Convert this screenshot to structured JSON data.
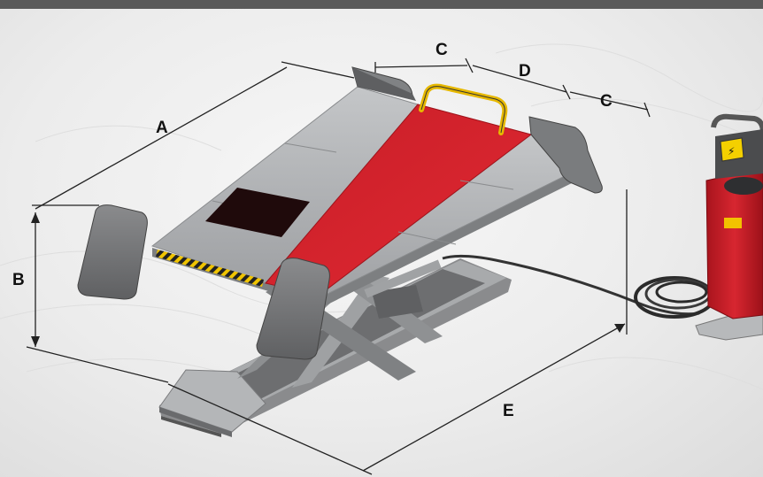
{
  "dimensions": {
    "a": "A",
    "b": "B",
    "c_left": "C",
    "c_right": "C",
    "d": "D",
    "e": "E"
  },
  "colors": {
    "platform_red": "#d3212b",
    "steel_grey": "#a7a9ab",
    "dark_grey": "#707070",
    "handle_yellow": "#f2c200",
    "background": "#ececec"
  }
}
